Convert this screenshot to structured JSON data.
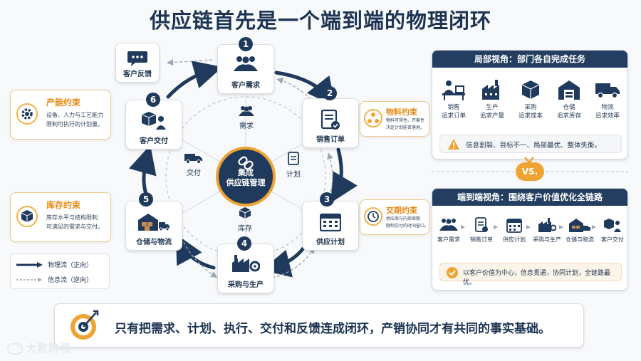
{
  "title": "供应链首先是一个端到端的物理闭环",
  "center": {
    "label_line1": "集成",
    "label_line2": "供应链管理"
  },
  "inner_labels": {
    "demand": "需求",
    "plan": "计划",
    "inventory": "库存",
    "delivery": "交付"
  },
  "nodes": [
    {
      "num": "1",
      "label": "客户需求",
      "icon": "people-icon"
    },
    {
      "num": "2",
      "label": "销售订单",
      "icon": "order-clipboard-icon"
    },
    {
      "num": "3",
      "label": "供应计划",
      "icon": "calendar-icon"
    },
    {
      "num": "4",
      "label": "采购与生产",
      "icon": "factory-gear-icon"
    },
    {
      "num": "5",
      "label": "仓储与物流",
      "icon": "warehouse-truck-icon"
    },
    {
      "num": "6",
      "label": "客户交付",
      "icon": "box-person-icon"
    }
  ],
  "feedback": {
    "label": "客户反馈",
    "icon": "chat-bubble-icon"
  },
  "constraints": {
    "capacity": {
      "title": "产能约束",
      "desc_line1": "设备、人力与工艺能力",
      "desc_line2": "限制可执行的计划量。"
    },
    "inventory": {
      "title": "库存约束",
      "desc_line1": "库存水平与结构限制",
      "desc_line2": "可满足的需求与交付。"
    },
    "material": {
      "title": "物料约束",
      "desc_line1": "物料可得性、齐套性",
      "desc_line2": "决定计划能否落地。"
    },
    "leadtime": {
      "title": "交期约束",
      "desc_line1": "供应商与内部周期",
      "desc_line2": "限制交付的时间窗口。"
    }
  },
  "legend": {
    "physical": "物理流（正向）",
    "info": "信息流（逆向）"
  },
  "local_view": {
    "header": "局部视角：部门各自完成任务",
    "departments": [
      {
        "name": "销售",
        "goal": "追求订单",
        "icon": "desk-person-icon"
      },
      {
        "name": "生产",
        "goal": "追求产量",
        "icon": "factory-icon"
      },
      {
        "name": "采购",
        "goal": "追求成本",
        "icon": "cube-icon"
      },
      {
        "name": "仓储",
        "goal": "追求库存",
        "icon": "warehouse-icon"
      },
      {
        "name": "物流",
        "goal": "追求效率",
        "icon": "truck-icon"
      }
    ],
    "warning": "信息割裂、目标不一、局部最优、整体失衡。"
  },
  "vs": "VS.",
  "e2e_view": {
    "header": "端到端视角：围绕客户价值优化全链路",
    "steps": [
      "客户需求",
      "销售订单",
      "供应计划",
      "采购与生产",
      "仓储与物流",
      "客户交付"
    ],
    "note": "以客户价值为中心，信息贯通，协同计划，全链路最优。"
  },
  "bottom_message": "只有把需求、计划、执行、交付和反馈连成闭环，产销协同才有共同的事实基础。",
  "watermark": "大败跨境",
  "colors": {
    "navy": "#1f3a5c",
    "orange": "#eea332",
    "orange_text": "#e58a12"
  }
}
